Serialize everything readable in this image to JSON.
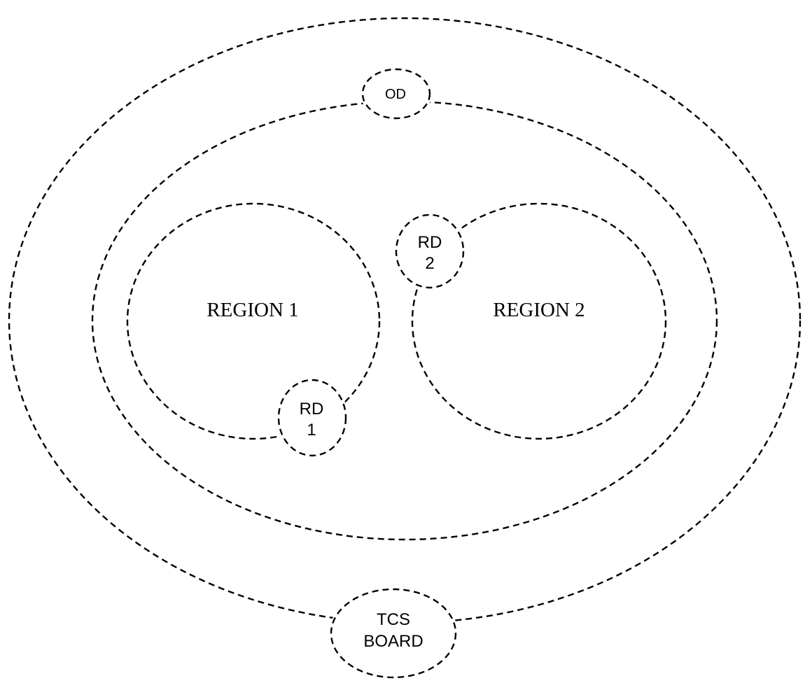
{
  "diagram": {
    "regions": {
      "region1": "REGION 1",
      "region2": "REGION 2"
    },
    "nodes": {
      "od": "OD",
      "rd1": {
        "line1": "RD",
        "line2": "1"
      },
      "rd2": {
        "line1": "RD",
        "line2": "2"
      },
      "tcs": {
        "line1": "TCS",
        "line2": "BOARD"
      }
    }
  }
}
